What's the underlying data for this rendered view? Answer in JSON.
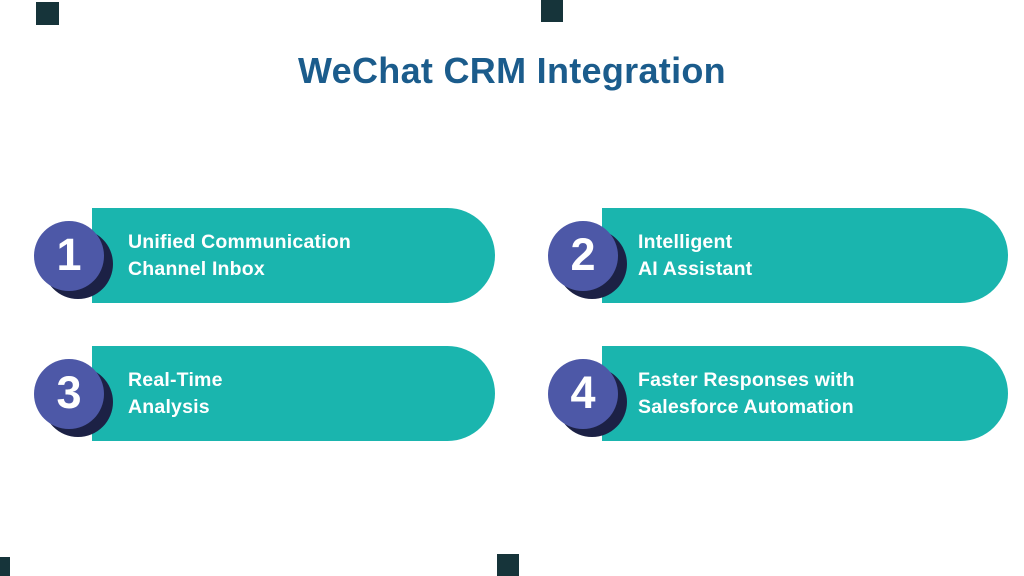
{
  "title": {
    "text": "WeChat CRM Integration"
  },
  "colors": {
    "title_blue": "#1B5C8C",
    "card_teal": "#1AB5AE",
    "badge_purple": "#4D58A7",
    "badge_shadow_navy": "#1C2145",
    "corner_square_dark": "#16343A",
    "card_text_white": "#FFFFFF"
  },
  "cards": {
    "items": [
      {
        "number": "1",
        "label": "Unified Communication\nChannel Inbox"
      },
      {
        "number": "2",
        "label": "Intelligent\nAI Assistant"
      },
      {
        "number": "3",
        "label": "Real-Time\nAnalysis"
      },
      {
        "number": "4",
        "label": "Faster Responses with\nSalesforce Automation"
      }
    ]
  }
}
